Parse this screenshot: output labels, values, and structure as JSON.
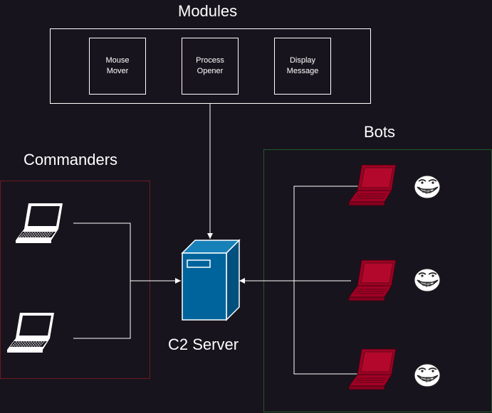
{
  "diagram": {
    "modules_title": "Modules",
    "commanders_title": "Commanders",
    "bots_title": "Bots",
    "server_label": "C2 Server",
    "modules": [
      {
        "label": "Mouse\nMover"
      },
      {
        "label": "Process\nOpener"
      },
      {
        "label": "Display\nMessage"
      }
    ],
    "colors": {
      "background": "#18141d",
      "line": "#ffffff",
      "commanders_border": "#6b1b22",
      "bots_border": "#1f5a2a",
      "bot_laptop": "#a20025",
      "server": "#00649c"
    }
  }
}
